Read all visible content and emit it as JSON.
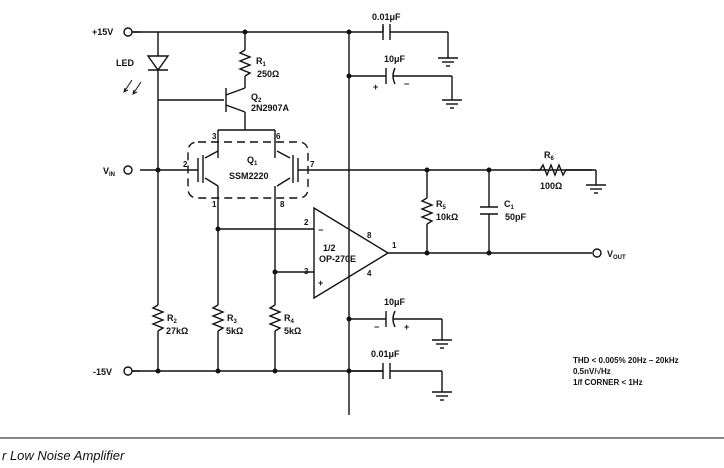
{
  "rails": {
    "positive": "+15V",
    "negative": "-15V"
  },
  "labels": {
    "input": "V",
    "input_sub": "IN",
    "output": "V",
    "output_sub": "OUT",
    "led": "LED"
  },
  "components": {
    "r1": {
      "ref": "R",
      "sub": "1",
      "value": "250Ω"
    },
    "r2": {
      "ref": "R",
      "sub": "2",
      "value": "27kΩ"
    },
    "r3": {
      "ref": "R",
      "sub": "3",
      "value": "5kΩ"
    },
    "r4": {
      "ref": "R",
      "sub": "4",
      "value": "5kΩ"
    },
    "r5": {
      "ref": "R",
      "sub": "5",
      "value": "10kΩ"
    },
    "r6": {
      "ref": "R",
      "sub": "6",
      "value": "100Ω"
    },
    "c1": {
      "ref": "C",
      "sub": "1",
      "value": "50pF"
    },
    "q2": {
      "ref": "Q",
      "sub": "2",
      "part": "2N2907A"
    },
    "q1": {
      "ref": "Q",
      "sub": "1",
      "part": "SSM2220"
    },
    "opamp": {
      "fraction": "1/2",
      "part": "OP-270E"
    },
    "cap_top_small": "0.01μF",
    "cap_top_large": "10μF",
    "cap_bot_large": "10μF",
    "cap_bot_small": "0.01μF"
  },
  "pins": {
    "q1_p3": "3",
    "q1_p6": "6",
    "q1_p2": "2",
    "q1_p7": "7",
    "q1_p1": "1",
    "q1_p8": "8",
    "op_p2": "2",
    "op_p8": "8",
    "op_p1": "1",
    "op_p3": "3",
    "op_p4": "4",
    "op_minus": "−",
    "op_plus": "+"
  },
  "polarity": {
    "top_plus": "+",
    "top_minus": "−",
    "bot_minus": "−",
    "bot_plus": "+"
  },
  "specs": [
    "THD < 0.005% 20Hz – 20kHz",
    "0.5nV/√Hz",
    "1/f CORNER < 1Hz"
  ],
  "caption": "r Low Noise Amplifier"
}
